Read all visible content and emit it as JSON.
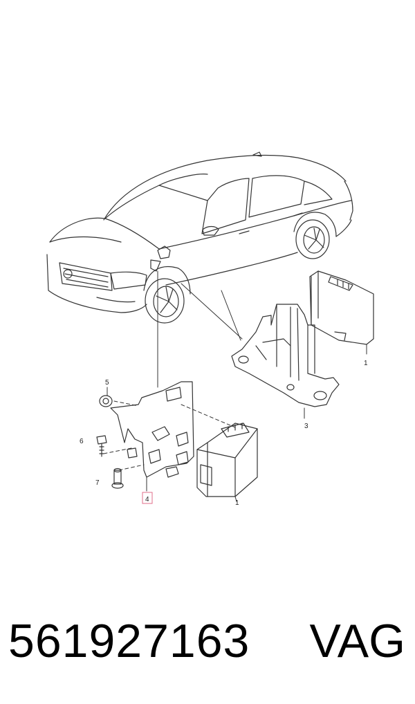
{
  "diagram": {
    "callouts": {
      "c1_top": "1",
      "c3": "3",
      "c5": "5",
      "c6": "6",
      "c7": "7",
      "c4": "4",
      "c1_bottom": "1"
    }
  },
  "footer": {
    "part_number": "561927163",
    "brand": "VAG"
  }
}
